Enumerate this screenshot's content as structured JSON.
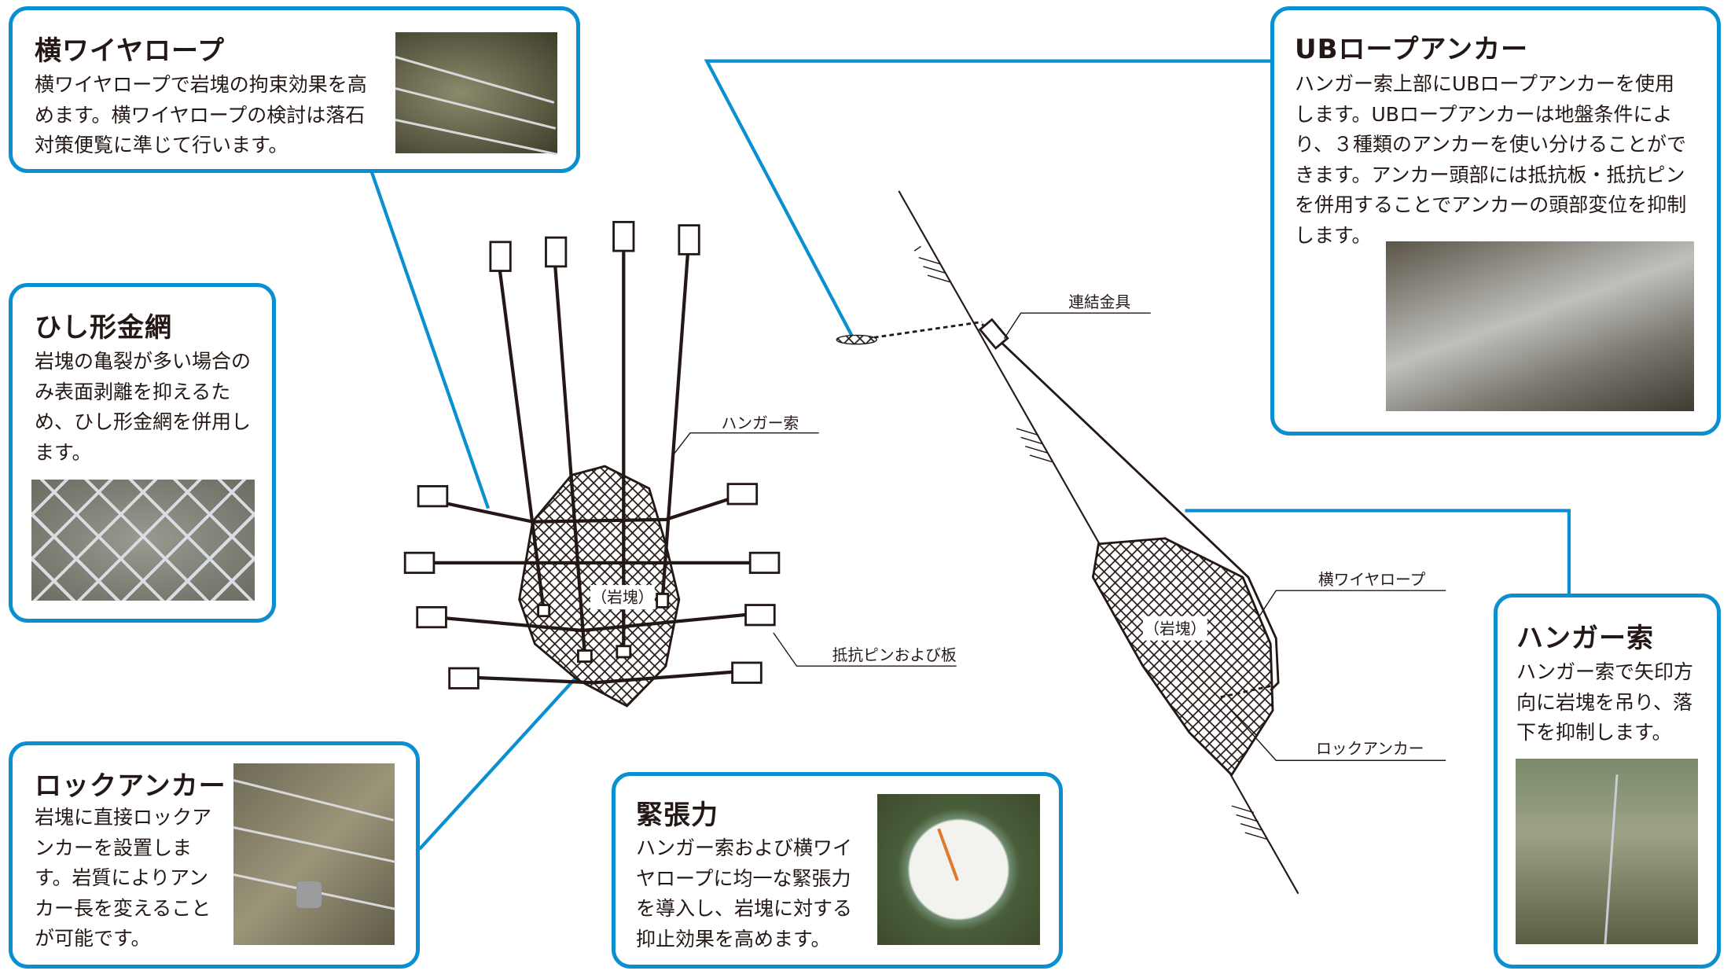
{
  "colors": {
    "accent": "#0a8fd0",
    "text": "#231815",
    "hatch": "#231815"
  },
  "panels": {
    "horizontal_wire": {
      "title": "横ワイヤロープ",
      "lines": [
        "横ワイヤロープで岩塊の拘束効果を高",
        "めます。横ワイヤロープの検討は落石",
        "対策便覧に準じて行います。"
      ],
      "photo": "rock-with-wire-ropes-photo"
    },
    "diamond_mesh": {
      "title": "ひし形金網",
      "lines": [
        "岩塊の亀裂が多い場合の",
        "み表面剥離を抑えるた",
        "め、ひし形金網を併用し",
        "ます。"
      ],
      "photo": "diamond-wire-mesh-photo"
    },
    "rock_anchor": {
      "title": "ロックアンカー",
      "lines": [
        "岩塊に直接ロックア",
        "ンカーを設置しま",
        "す。岩質によりアン",
        "カー長を変えること",
        "が可能です。"
      ],
      "photo": "rock-anchor-photo"
    },
    "tension": {
      "title": "緊張力",
      "lines": [
        "ハンガー索および横ワイ",
        "ヤロープに均一な緊張力",
        "を導入し、岩塊に対する",
        "抑止効果を高めます。"
      ],
      "photo": "tension-meter-photo"
    },
    "ub_anchor": {
      "title": "UBロープアンカー",
      "lines": [
        "ハンガー索上部にUBロープアンカーを使用",
        "します。UBロープアンカーは地盤条件によ",
        "り、３種類のアンカーを使い分けることがで",
        "きます。アンカー頭部には抵抗板・抵抗ピン",
        "を併用することでアンカーの頭部変位を抑制",
        "します。"
      ],
      "photo": "ub-rope-anchor-photo"
    },
    "hanger": {
      "title": "ハンガー索",
      "lines": [
        "ハンガー索で矢印方",
        "向に岩塊を吊り、落",
        "下を抑制します。"
      ],
      "photo": "hanger-rope-photo"
    }
  },
  "diagram_labels": {
    "hanger_rope": "ハンガー索",
    "resist_pin_plate": "抵抗ピンおよび板",
    "rock_front": "（岩塊）",
    "connector": "連結金具",
    "horizontal_wire": "横ワイヤロープ",
    "rock_side": "（岩塊）",
    "rock_anchor": "ロックアンカー"
  }
}
